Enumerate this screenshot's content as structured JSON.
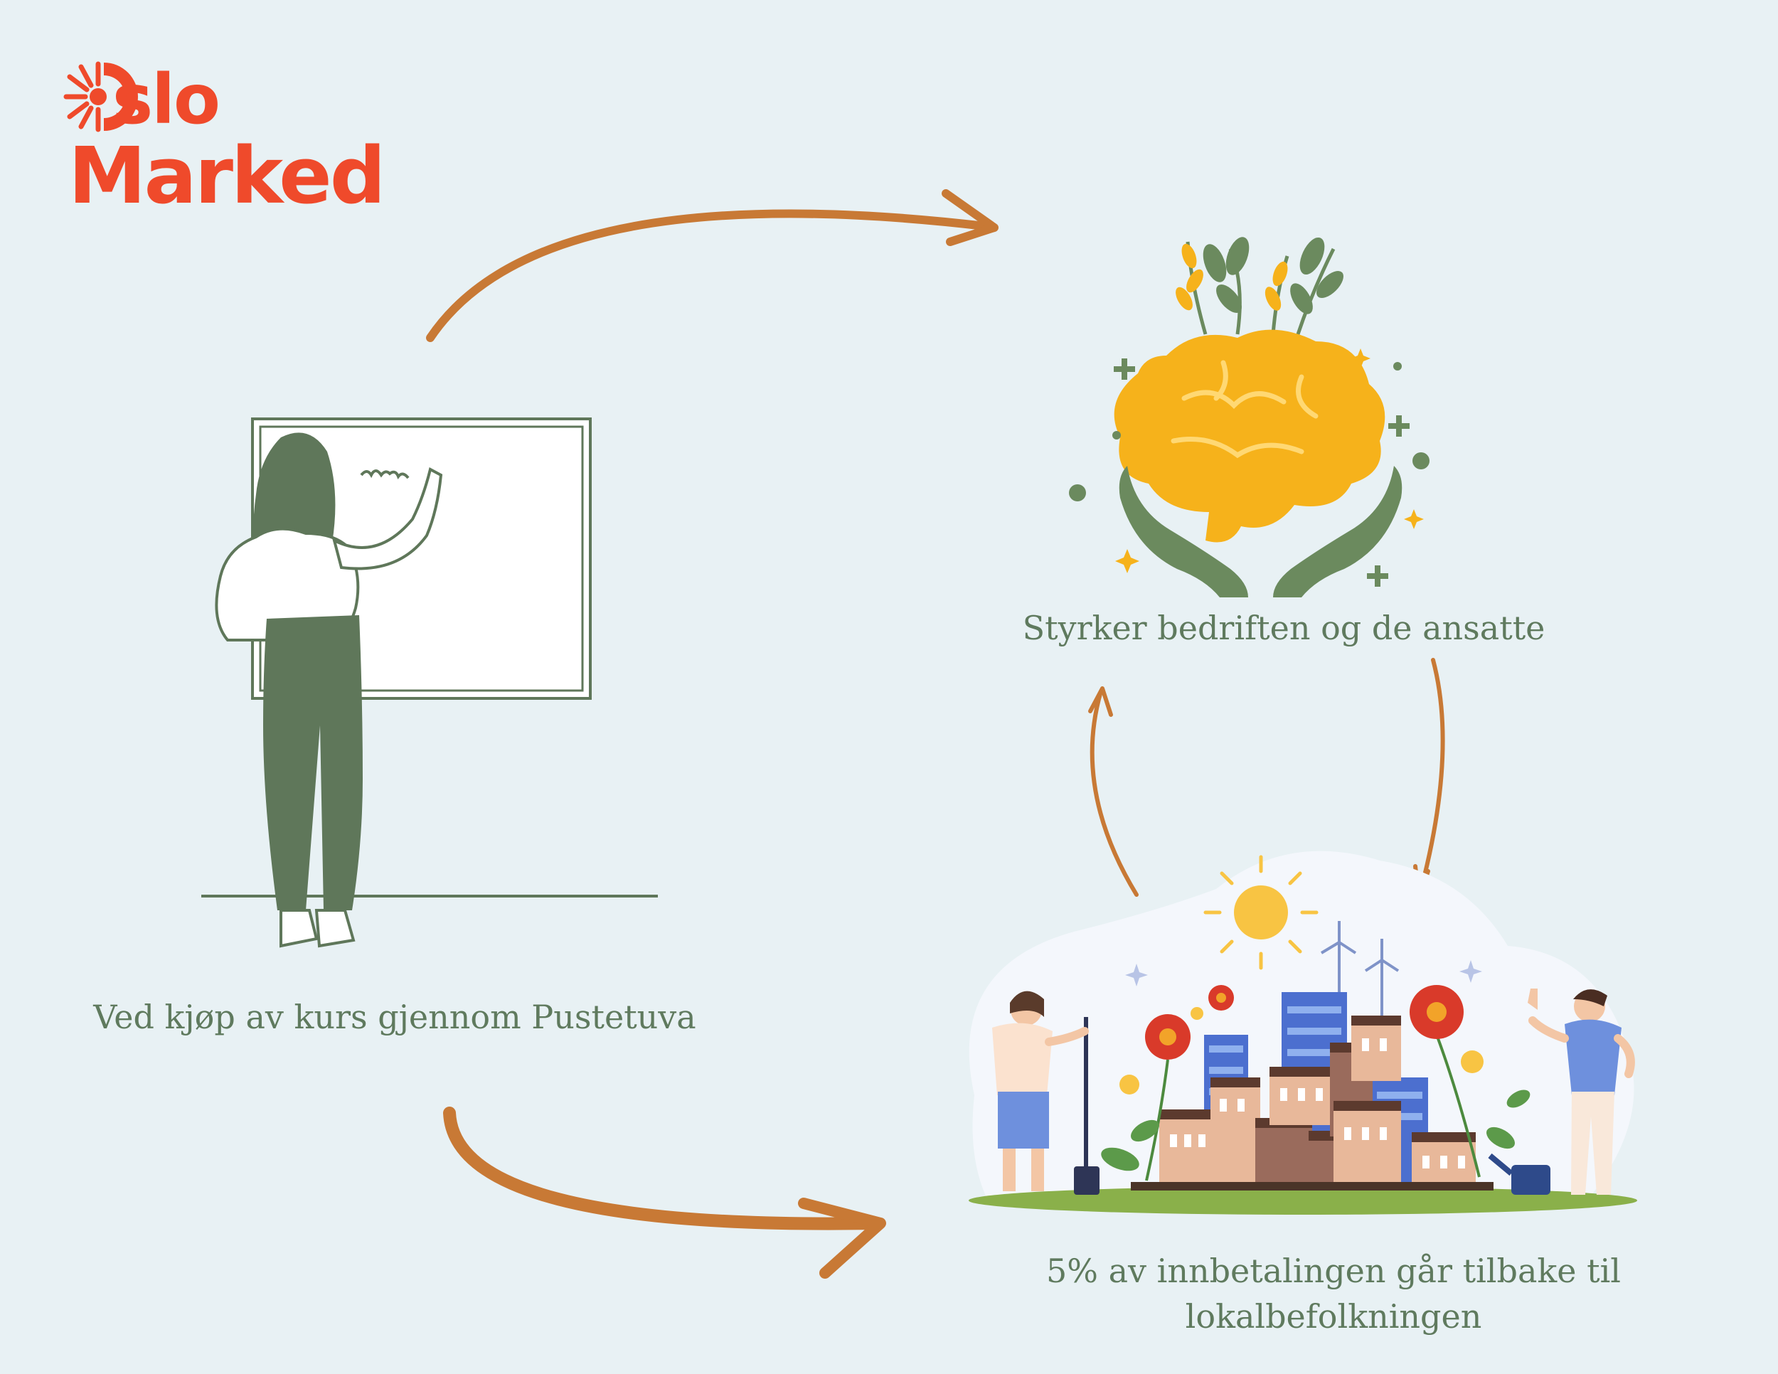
{
  "logo": {
    "line1_rest": "slo",
    "line2": "Marked",
    "color": "#ef4a2b"
  },
  "captions": {
    "course": "Ved kjøp av kurs gjennom Pustetuva",
    "strength": "Styrker bedriften og de ansatte",
    "return_line1": "5% av innbetalingen går tilbake til",
    "return_line2": "lokalbefolkningen"
  },
  "colors": {
    "background": "#e8f1f4",
    "arrow": "#c87935",
    "caption_text": "#5f7a5e",
    "figure_green": "#5f775a",
    "brain_yellow": "#f6b21b"
  }
}
